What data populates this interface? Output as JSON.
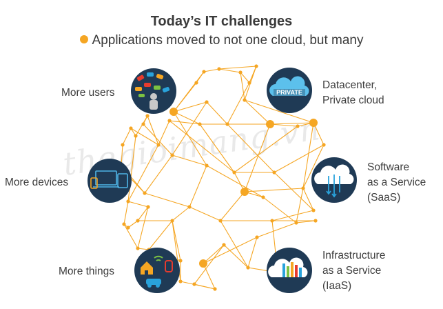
{
  "title": "Today’s IT challenges",
  "subtitle": "Applications moved to not one cloud, but many",
  "watermark": "thegioimang.vn",
  "colors": {
    "network": "#f5a623",
    "node_circle": "#1f3a55",
    "text": "#3d3d3d"
  },
  "nodes": {
    "users": {
      "label": "More users",
      "icon": "users-icon"
    },
    "devices": {
      "label": "More devices",
      "icon": "devices-icon"
    },
    "things": {
      "label": "More things",
      "icon": "iot-things-icon"
    },
    "private": {
      "label_line1": "Datacenter,",
      "label_line2": "Private cloud",
      "icon": "private-cloud-icon",
      "badge": "PRIVATE"
    },
    "saas": {
      "label_line1": "Software",
      "label_line2": "as a Service",
      "label_line3": "(SaaS)",
      "icon": "saas-cloud-icon"
    },
    "iaas": {
      "label_line1": "Infrastructure",
      "label_line2": "as a Service",
      "label_line3": "(IaaS)",
      "icon": "iaas-cloud-icon"
    }
  }
}
